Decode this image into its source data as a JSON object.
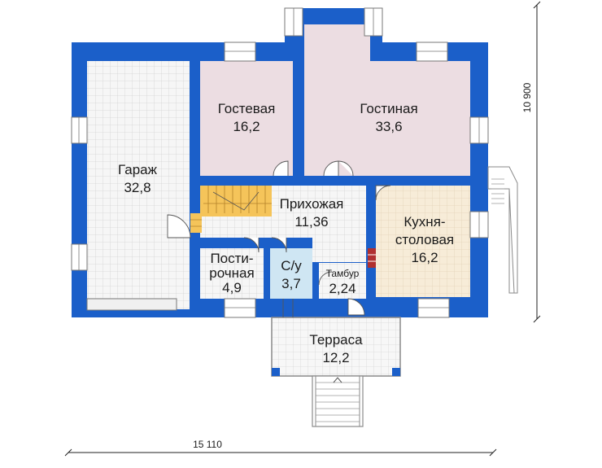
{
  "colors": {
    "wall": "#1b5fc9",
    "living_room_fill": "#ecdde2",
    "kitchen_fill": "#f6ecd9",
    "tile_fill": "#f4f4f4",
    "stair_fill": "#f5c45a",
    "background": "#ffffff"
  },
  "rooms": {
    "garage": {
      "name": "Гараж",
      "area": "32,8"
    },
    "guest": {
      "name": "Гостевая",
      "area": "16,2"
    },
    "living": {
      "name": "Гостиная",
      "area": "33,6"
    },
    "hall": {
      "name": "Прихожая",
      "area": "11,36"
    },
    "kitchen": {
      "name_line1": "Кухня-",
      "name_line2": "столовая",
      "area": "16,2"
    },
    "laundry": {
      "name_line1": "Пости-",
      "name_line2": "рочная",
      "area": "4,9"
    },
    "bathroom": {
      "name": "С/у",
      "area": "3,7"
    },
    "vestibule": {
      "name": "Тамбур",
      "area": "2,24"
    },
    "terrace": {
      "name": "Терраса",
      "area": "12,2"
    }
  },
  "dimensions": {
    "width": "15 110",
    "depth": "10 900"
  }
}
